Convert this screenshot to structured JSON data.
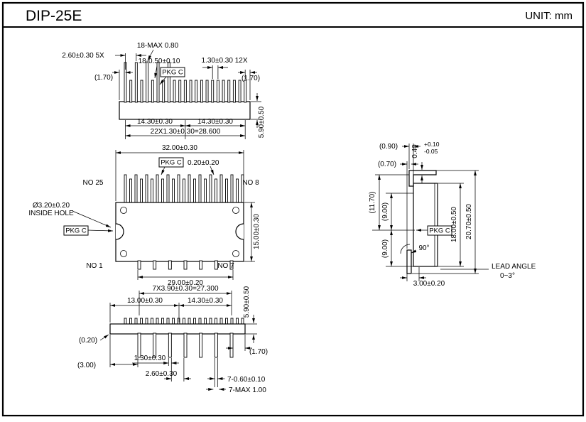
{
  "header": {
    "title": "DIP-25E",
    "unit": "UNIT: mm"
  },
  "labels": {
    "pkg_c": "PKG C"
  },
  "front_view": {
    "pitch_5x": "2.60±0.30 5X",
    "pin_max": "18-MAX 0.80",
    "pin_width": "18-0.50±0.10",
    "pitch_12x": "1.30±0.30 12X",
    "left_gap": "(1.70)",
    "right_gap": "(1.70)",
    "half_left": "14.30±0.30",
    "half_right": "14.30±0.30",
    "total_pitch": "22X1.30±0.30=28.600",
    "body_height": "5.90±0.50"
  },
  "plan_view": {
    "body_width": "32.00±0.30",
    "pin_offset": "0.20±0.20",
    "hole_dia": "Ø3.20±0.20",
    "hole_label": "INSIDE HOLE",
    "no25": "NO 25",
    "no8": "NO 8",
    "no1": "NO 1",
    "no7": "NO 7",
    "body_depth": "15.00±0.30",
    "bottom_span": "29.00±0.20"
  },
  "bottom_view": {
    "pitch_total": "7X3.90±0.30=27.300",
    "half_left": "13.00±0.30",
    "half_right": "14.30±0.30",
    "body_height": "5.90±0.50",
    "stub_offset": "(0.20)",
    "edge_gap": "(3.00)",
    "pin_width": "1.30±0.30",
    "pin_gap": "2.60±0.30",
    "right_gap": "(1.70)",
    "lead_width": "7-0.60±0.10",
    "lead_max": "7-MAX 1.00"
  },
  "side_view": {
    "top_gap": "(0.90)",
    "lead_thickness": "0.40",
    "tol_plus": "+0.10",
    "tol_minus": "-0.05",
    "lead_offset": "(0.70)",
    "dim_11_70": "(11.70)",
    "dim_9_upper": "(9.00)",
    "dim_9_lower": "(9.00)",
    "bend_angle": "90°",
    "case_height": "18.00±0.50",
    "overall_height": "20.70±0.50",
    "standoff": "3.00±0.20",
    "lead_angle_label": "LEAD ANGLE",
    "lead_angle_value": "0~3°"
  }
}
